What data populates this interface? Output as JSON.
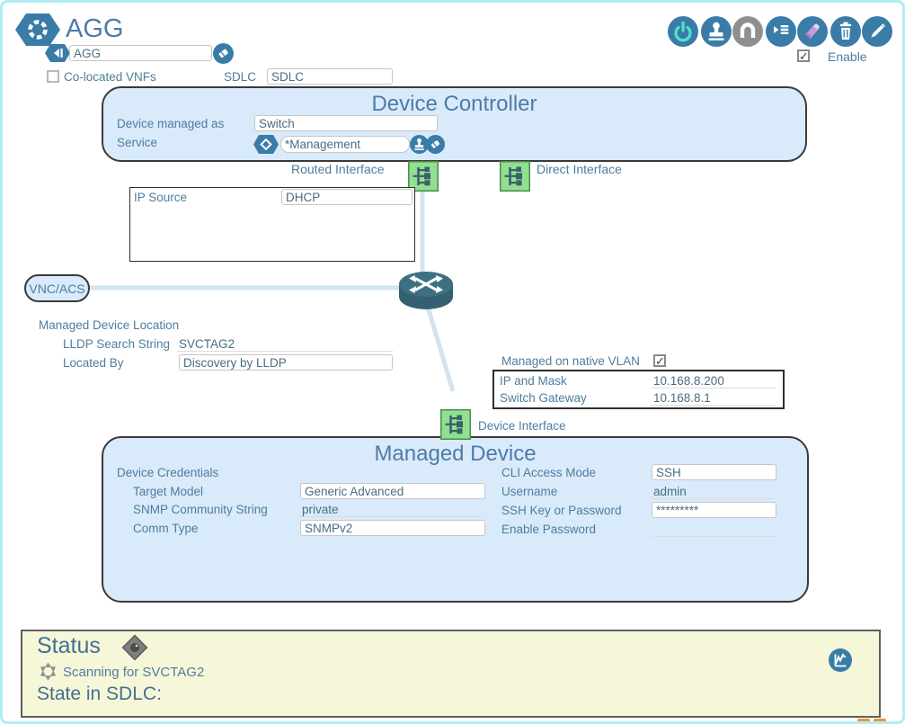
{
  "header": {
    "app_title": "AGG",
    "name_value": "AGG",
    "colocated_label": "Co-located VNFs",
    "sdlc_label": "SDLC",
    "sdlc_value": "SDLC",
    "enable_label": "Enable",
    "toolbar_icon_names": [
      "power-icon",
      "stamp-icon",
      "magnet-icon",
      "details-icon",
      "highlighter-icon",
      "trash-icon",
      "edit-icon"
    ]
  },
  "device_controller": {
    "title": "Device Controller",
    "managed_as_label": "Device managed as",
    "managed_as_value": "Switch",
    "service_label": "Service",
    "service_value": "*Management",
    "routed_interface_label": "Routed Interface",
    "direct_interface_label": "Direct Interface",
    "ip_source_label": "IP Source",
    "ip_source_value": "DHCP"
  },
  "topology": {
    "vnc_acs_label": "VNC/ACS",
    "router_icon": "router-icon",
    "device_interface_label": "Device Interface"
  },
  "location": {
    "title": "Managed Device Location",
    "lldp_label": "LLDP Search String",
    "lldp_value": "SVCTAG2",
    "located_by_label": "Located By",
    "located_by_value": "Discovery by LLDP"
  },
  "vlan": {
    "managed_native_label": "Managed on native VLAN",
    "managed_native_checked": true,
    "ip_mask_label": "IP and Mask",
    "ip_mask_value": "10.168.8.200",
    "gateway_label": "Switch Gateway",
    "gateway_value": "10.168.8.1"
  },
  "managed_device": {
    "title": "Managed Device",
    "credentials_label": "Device Credentials",
    "target_model_label": "Target Model",
    "target_model_value": "Generic Advanced",
    "snmp_label": "SNMP Community String",
    "snmp_value": "private",
    "comm_type_label": "Comm Type",
    "comm_type_value": "SNMPv2",
    "cli_label": "CLI Access Mode",
    "cli_value": "SSH",
    "username_label": "Username",
    "username_value": "admin",
    "ssh_key_label": "SSH Key or Password",
    "ssh_key_value": "*********",
    "enable_pw_label": "Enable Password",
    "enable_pw_value": ""
  },
  "status": {
    "title": "Status",
    "scanning_text": "Scanning for SVCTAG2",
    "state_label": "State in SDLC:"
  },
  "colors": {
    "accent_blue": "#3a7ca8",
    "panel_fill": "#d9eafb",
    "status_fill": "#f6f7d9",
    "connector": "#d3e3f0",
    "interface_green": "#8fe08f",
    "interface_green_border": "#4f8a4f",
    "router_teal": "#3e7082",
    "power_teal": "#4fe3cf",
    "highlighter_purple": "#c49ae0",
    "orange": "#f09a20",
    "page_border": "#b2ecf5",
    "label_steel": "#4f7d9c",
    "title_blue": "#4e7ca8"
  }
}
